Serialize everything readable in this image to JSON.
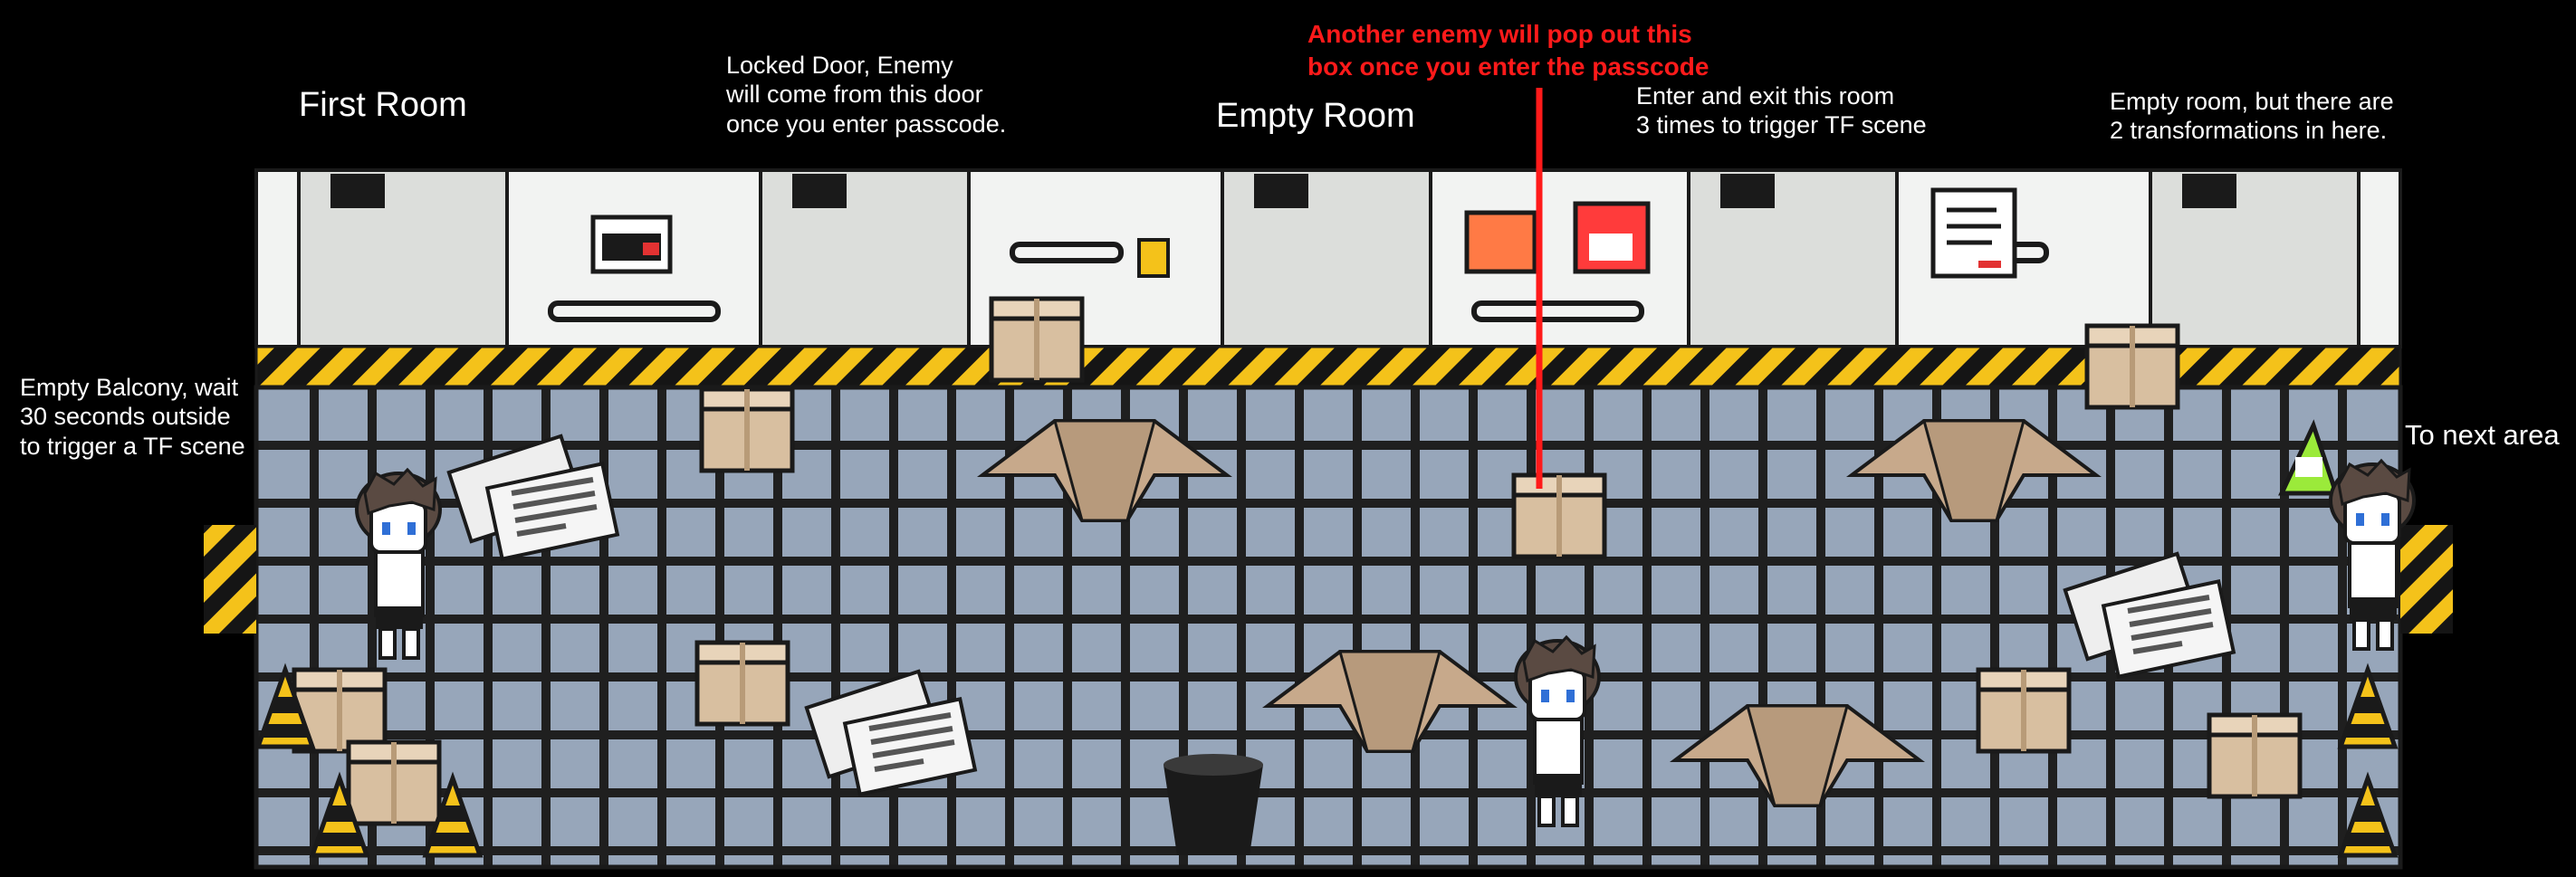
{
  "labels": {
    "first_room": "First Room",
    "locked_door": "Locked Door, Enemy\nwill come from this door\nonce you enter passcode.",
    "empty_room": "Empty Room",
    "box_enemy": "Another enemy will pop out this\nbox once you enter the passcode",
    "enter_exit": "Enter and exit this room\n3 times to trigger TF scene",
    "two_tf": "Empty room, but there are\n2 transformations in here.",
    "balcony": "Empty Balcony, wait\n30 seconds outside\nto trigger a TF scene",
    "next_area": "To next area"
  },
  "colors": {
    "background": "#000000",
    "wall": "#f2f3f2",
    "wall_door_panel": "#dcdedb",
    "floor_tile": "#97a6ba",
    "floor_grid": "#1f1f1f",
    "hazard_yellow": "#f4c21a",
    "cardboard": "#d8bfa0",
    "annotation_red": "#ff1a1a",
    "label_white": "#ffffff",
    "exit_sign": "#9bea3a"
  },
  "icons": {
    "exit_sign": "exit-arrow-icon",
    "keypad": "keypad-icon",
    "floppy": "floppy-disk-icon",
    "poster": "document-poster-icon"
  }
}
